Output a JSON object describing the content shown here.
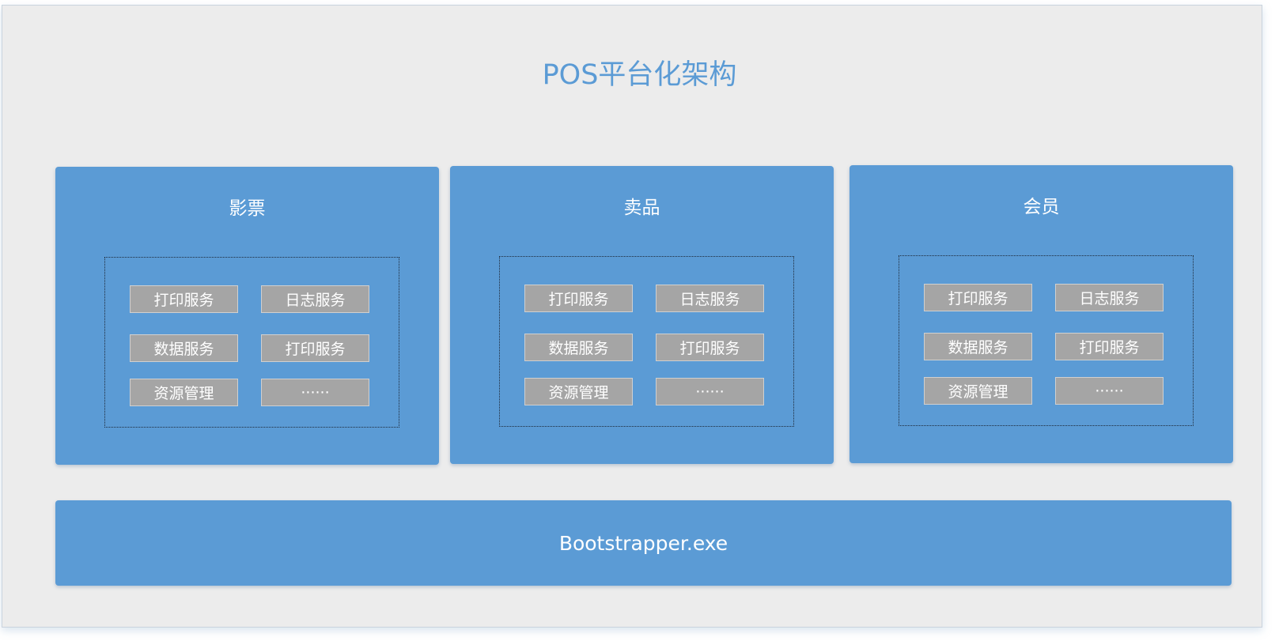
{
  "title": "POS平台化架构",
  "modules": [
    {
      "name": "影票",
      "services": [
        "打印服务",
        "日志服务",
        "数据服务",
        "打印服务",
        "资源管理",
        "······"
      ]
    },
    {
      "name": "卖品",
      "services": [
        "打印服务",
        "日志服务",
        "数据服务",
        "打印服务",
        "资源管理",
        "······"
      ]
    },
    {
      "name": "会员",
      "services": [
        "打印服务",
        "日志服务",
        "数据服务",
        "打印服务",
        "资源管理",
        "······"
      ]
    }
  ],
  "bootstrapper": "Bootstrapper.exe",
  "colors": {
    "background": "#ececec",
    "accent": "#5b9bd5",
    "service": "#a5a5a5"
  }
}
